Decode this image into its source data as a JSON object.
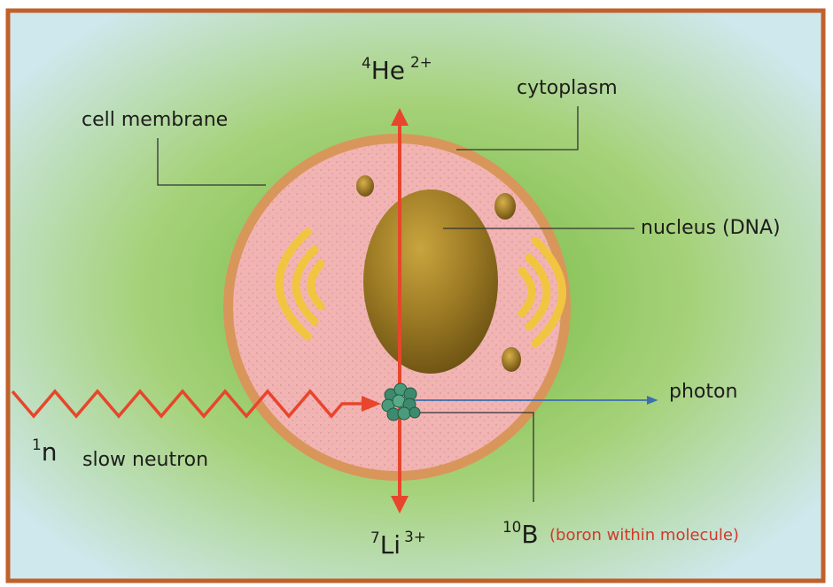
{
  "labels": {
    "he_sup": "4",
    "he_symbol": "He",
    "he_charge": "2+",
    "cytoplasm": "cytoplasm",
    "cell_membrane": "cell membrane",
    "nucleus": "nucleus (DNA)",
    "photon": "photon",
    "n_sup": "1",
    "n_symbol": "n",
    "slow_neutron": "slow neutron",
    "li_sup": "7",
    "li_symbol": "Li",
    "li_charge": "3+",
    "b_sup": "10",
    "b_symbol": "B",
    "boron_note": "(boron within molecule)"
  },
  "colors": {
    "frame": "#c0602a",
    "membrane": "#d9965a",
    "cytoplasm": "#f2b3b3",
    "nucleus": "#9c7a24",
    "organelle": "#e8c23a",
    "arrow_red": "#e8452c",
    "photon_blue": "#3a6fb0",
    "boron_cluster": "#3d8a6e"
  },
  "icons": {
    "neutron_path": "zigzag-arrow",
    "boron": "atom-cluster"
  }
}
